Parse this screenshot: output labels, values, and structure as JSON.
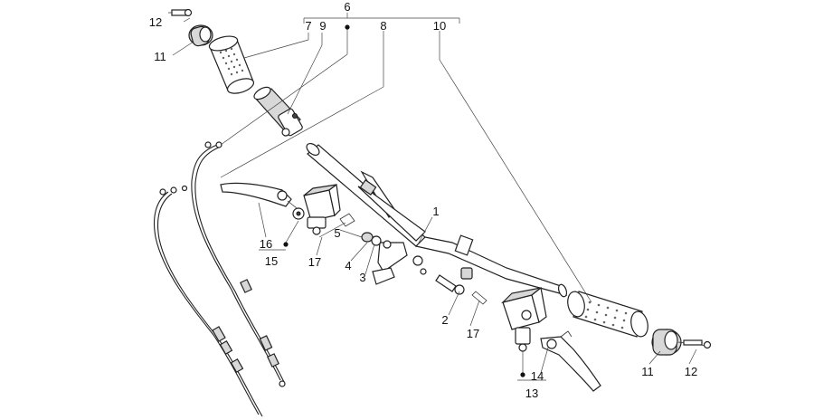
{
  "diagram": {
    "callouts": {
      "c1": "1",
      "c2": "2",
      "c3": "3",
      "c4": "4",
      "c5": "5",
      "c6": "6",
      "c7": "7",
      "c8": "8",
      "c9": "9",
      "c10": "10",
      "c11_top": "11",
      "c11_right": "11",
      "c12_top": "12",
      "c12_right": "12",
      "c13": "13",
      "c14": "14",
      "c15": "15",
      "c16": "16",
      "c17_left": "17",
      "c17_right": "17"
    }
  }
}
